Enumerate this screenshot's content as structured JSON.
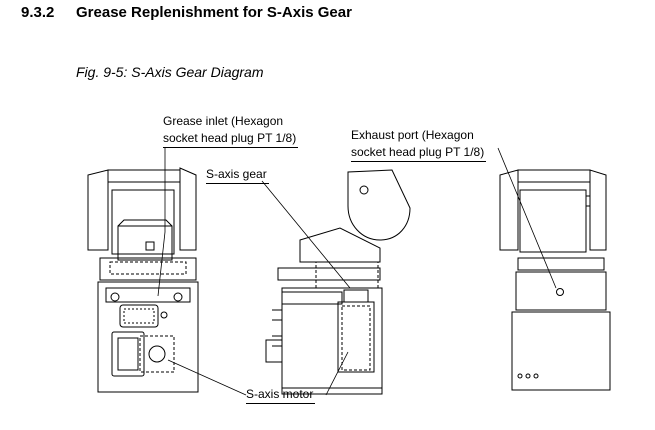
{
  "section": {
    "number": "9.3.2",
    "title": "Grease Replenishment for S-Axis Gear"
  },
  "figure": {
    "caption": "Fig. 9-5: S-Axis Gear Diagram",
    "labels": {
      "grease_inlet_line1": "Grease inlet (Hexagon",
      "grease_inlet_line2": "socket head plug PT 1/8)",
      "exhaust_port_line1": "Exhaust port (Hexagon",
      "exhaust_port_line2": "socket head plug PT 1/8)",
      "s_axis_gear": "S-axis gear",
      "s_axis_motor": "S-axis motor"
    }
  }
}
